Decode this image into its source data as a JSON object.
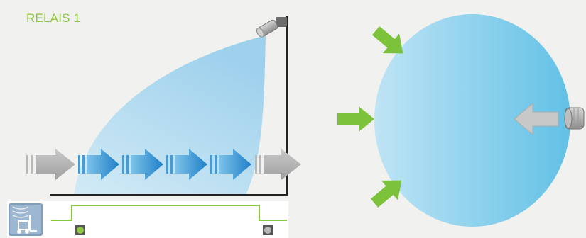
{
  "relay": {
    "label": "RELAIS 1"
  },
  "colors": {
    "background": "#f1f1ef",
    "accent_green": "#8dc63f",
    "detection_blue": "#a6d8f0",
    "wall": "#222222",
    "arrow_gray": "#b3b3b3",
    "arrow_blue": "#3c9ad6"
  },
  "icons": {
    "sensor": "motion-sensor-icon",
    "forklift": "forklift-icon",
    "status_off": "status-led-off-icon",
    "status_on": "status-led-on-icon",
    "approach": "green-approach-arrow-icon"
  },
  "signal": {
    "states": [
      "on",
      "off"
    ]
  }
}
